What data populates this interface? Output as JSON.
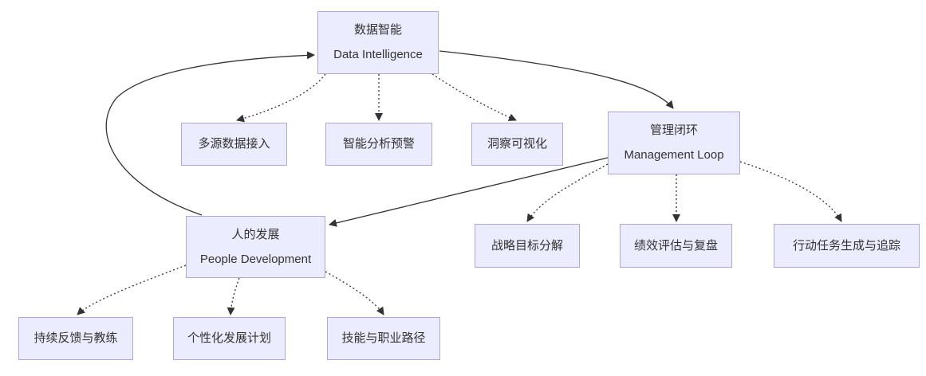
{
  "diagram": {
    "type": "flowchart",
    "nodes": {
      "data_intelligence": {
        "zh": "数据智能",
        "en": "Data Intelligence"
      },
      "multi_source": {
        "zh": "多源数据接入"
      },
      "smart_analysis": {
        "zh": "智能分析预警"
      },
      "insight_viz": {
        "zh": "洞察可视化"
      },
      "management_loop": {
        "zh": "管理闭环",
        "en": "Management Loop"
      },
      "strategy_decompose": {
        "zh": "战略目标分解"
      },
      "performance_review": {
        "zh": "绩效评估与复盘"
      },
      "action_tracking": {
        "zh": "行动任务生成与追踪"
      },
      "people_development": {
        "zh": "人的发展",
        "en": "People Development"
      },
      "feedback_coaching": {
        "zh": "持续反馈与教练"
      },
      "personal_plan": {
        "zh": "个性化发展计划"
      },
      "skill_path": {
        "zh": "技能与职业路径"
      }
    },
    "edges": [
      {
        "from": "数据智能",
        "to": "多源数据接入",
        "style": "dotted"
      },
      {
        "from": "数据智能",
        "to": "智能分析预警",
        "style": "dotted"
      },
      {
        "from": "数据智能",
        "to": "洞察可视化",
        "style": "dotted"
      },
      {
        "from": "数据智能",
        "to": "管理闭环",
        "style": "solid"
      },
      {
        "from": "管理闭环",
        "to": "战略目标分解",
        "style": "dotted"
      },
      {
        "from": "管理闭环",
        "to": "绩效评估与复盘",
        "style": "dotted"
      },
      {
        "from": "管理闭环",
        "to": "行动任务生成与追踪",
        "style": "dotted"
      },
      {
        "from": "管理闭环",
        "to": "人的发展",
        "style": "solid"
      },
      {
        "from": "人的发展",
        "to": "持续反馈与教练",
        "style": "dotted"
      },
      {
        "from": "人的发展",
        "to": "个性化发展计划",
        "style": "dotted"
      },
      {
        "from": "人的发展",
        "to": "技能与职业路径",
        "style": "dotted"
      },
      {
        "from": "人的发展",
        "to": "数据智能",
        "style": "solid"
      }
    ],
    "colors": {
      "node_fill": "#ECECFF",
      "node_border": "#b2a6d9",
      "edge": "#333333",
      "text": "#333333",
      "background": "#ffffff"
    }
  }
}
